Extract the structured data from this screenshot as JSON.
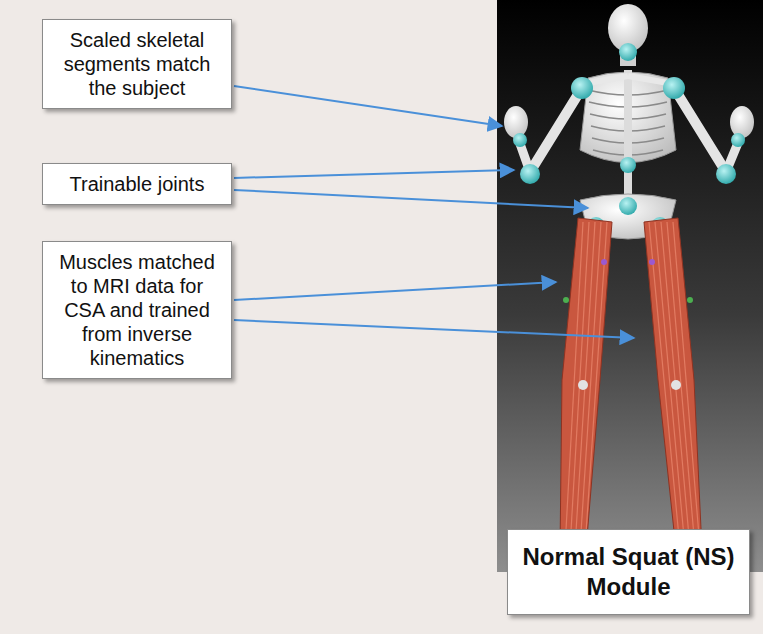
{
  "diagram": {
    "nodes": [
      {
        "text": [
          "Scaled skeletal segments match the subject"
        ]
      },
      {
        "text": [
          "Trainable joints"
        ]
      },
      {
        "text": [
          "Muscles matched to MRI data for CSA and trained from inverse kinematics"
        ]
      },
      {
        "text": [
          "Normal Squat (NS) Module"
        ]
      }
    ]
  }
}
